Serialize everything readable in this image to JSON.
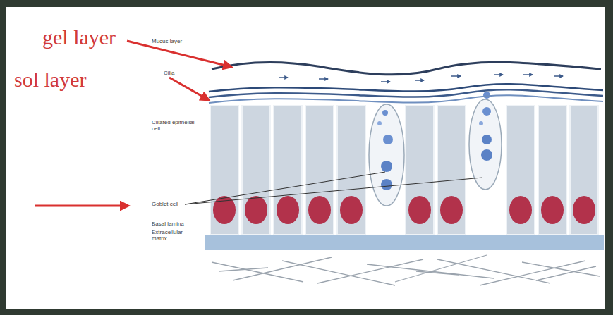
{
  "diagram": {
    "labels": [
      "gel layer",
      "sol layer",
      "Mucus layer",
      "Cilia",
      "Ciliated epithelial cell",
      "Goblet cell",
      "Basal lamina",
      "Extracellular matrix"
    ]
  }
}
